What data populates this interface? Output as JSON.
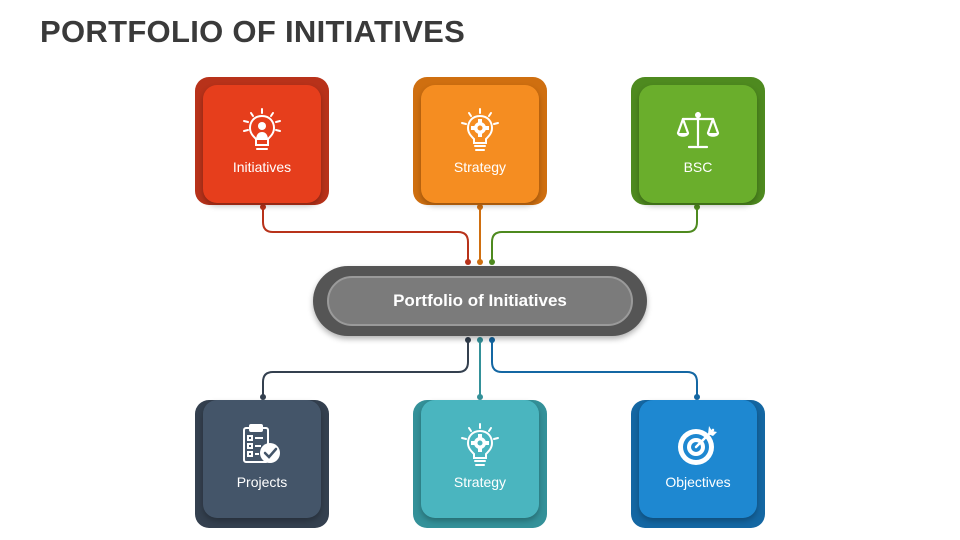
{
  "title": "PORTFOLIO OF INITIATIVES",
  "hub": {
    "label": "Portfolio of Initiatives",
    "outer_color": "#555555",
    "inner_color": "#7b7b7b"
  },
  "top_cards": [
    {
      "label": "Initiatives",
      "icon": "lightbulb-person-icon",
      "color": "#e63e1c",
      "shade": "#b8321a"
    },
    {
      "label": "Strategy",
      "icon": "lightbulb-gear-icon",
      "color": "#f58d21",
      "shade": "#cf6f10"
    },
    {
      "label": "BSC",
      "icon": "balance-scale-icon",
      "color": "#6aae2c",
      "shade": "#4e8a1f"
    }
  ],
  "bottom_cards": [
    {
      "label": "Projects",
      "icon": "clipboard-check-icon",
      "color": "#445569",
      "shade": "#34404f"
    },
    {
      "label": "Strategy",
      "icon": "lightbulb-gear-icon",
      "color": "#4ab5bf",
      "shade": "#349199"
    },
    {
      "label": "Objectives",
      "icon": "target-arrow-icon",
      "color": "#1e88d1",
      "shade": "#1467a3"
    }
  ]
}
